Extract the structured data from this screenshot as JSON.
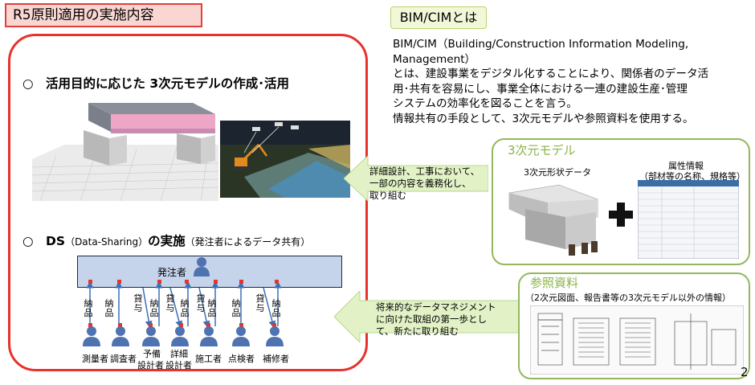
{
  "left": {
    "title": "R5原則適用の実施内容",
    "bullet1": "○　活用目的に応じた 3次元モデルの作成･活用",
    "bullet2_main": "○　DS",
    "bullet2_paren": "（Data-Sharing）",
    "bullet2_mid": "の実施",
    "bullet2_small": "（発注者によるデータ共有）",
    "orderer_label": "発注者",
    "vertical_labels": [
      "納品",
      "納品",
      "貸与",
      "納品",
      "貸与",
      "納品",
      "貸与",
      "納品",
      "納品",
      "貸与",
      "納品"
    ],
    "roles": [
      "測量者",
      "調査者",
      "予備設計者",
      "詳細設計者",
      "施工者",
      "点検者",
      "補修者"
    ],
    "role_lines": [
      [
        "測量者"
      ],
      [
        "調査者"
      ],
      [
        "予備",
        "設計者"
      ],
      [
        "詳細",
        "設計者"
      ],
      [
        "施工者"
      ],
      [
        "点検者"
      ],
      [
        "補修者"
      ]
    ]
  },
  "bim": {
    "label": "BIM/CIMとは",
    "lines": [
      "BIM/CIM（Building/Construction Information Modeling,",
      "Management）",
      "とは、建設事業をデジタル化することにより、関係者のデータ活",
      "用･共有を容易にし、事業全体における一連の建設生産･管理",
      "システムの効率化を図ることを言う。",
      "情報共有の手段として、3次元モデルや参照資料を使用する。"
    ]
  },
  "arrow1": {
    "lines": [
      "詳細設計、工事において、",
      "一部の内容を義務化し、",
      "取り組む"
    ]
  },
  "arrow2": {
    "lines": [
      "将来的なデータマネジメント",
      "に向けた取組の第一歩とし",
      "て、新たに取り組む"
    ]
  },
  "model": {
    "title": "3次元モデル",
    "shape_label": "3次元形状データ",
    "attr_label": "属性情報",
    "attr_sub": "（部材等の名称、規格等）"
  },
  "reference": {
    "title": "参照資料",
    "subtitle": "（2次元図面、報告書等の3次元モデル以外の情報）"
  },
  "page_number": "2",
  "colors": {
    "red": "#e8322c",
    "green_border": "#93b85c",
    "green_text": "#8bb34a",
    "blue_box": "#c5d3eb",
    "person_blue": "#4f72b0"
  }
}
